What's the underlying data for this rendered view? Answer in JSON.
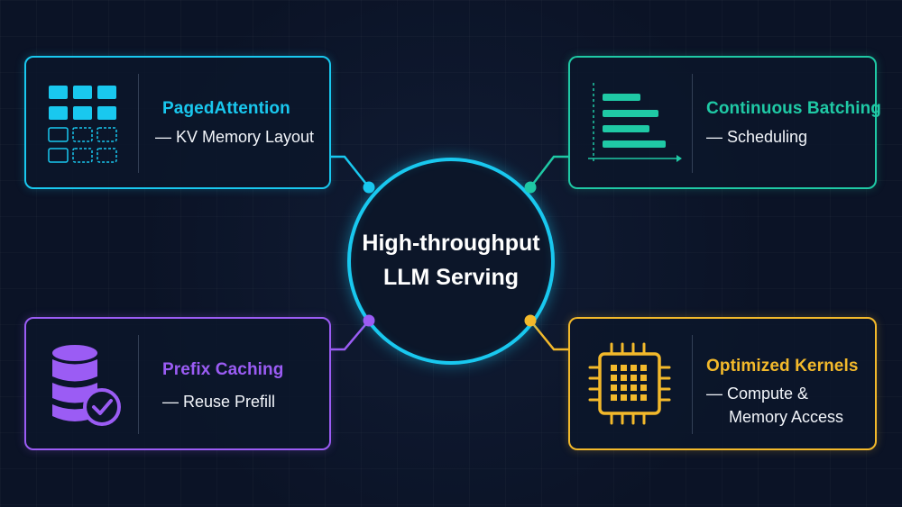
{
  "center": {
    "line1": "High-throughput",
    "line2": "LLM Serving",
    "color": "#19c8ef"
  },
  "cards": {
    "paged_attention": {
      "title": "PagedAttention",
      "subtitle": "— KV Memory Layout",
      "color": "#19c8ef",
      "icon": "memory-grid-icon"
    },
    "continuous_batching": {
      "title": "Continuous Batching",
      "subtitle": "— Scheduling",
      "color": "#1fc9a5",
      "icon": "timeline-bars-icon"
    },
    "prefix_caching": {
      "title": "Prefix Caching",
      "subtitle": "— Reuse Prefill",
      "color": "#9b5cf4",
      "icon": "database-check-icon"
    },
    "optimized_kernels": {
      "title": "Optimized Kernels",
      "subtitle_line1": "— Compute &",
      "subtitle_line2": "Memory Access",
      "color": "#f3b92b",
      "icon": "chip-icon"
    }
  }
}
